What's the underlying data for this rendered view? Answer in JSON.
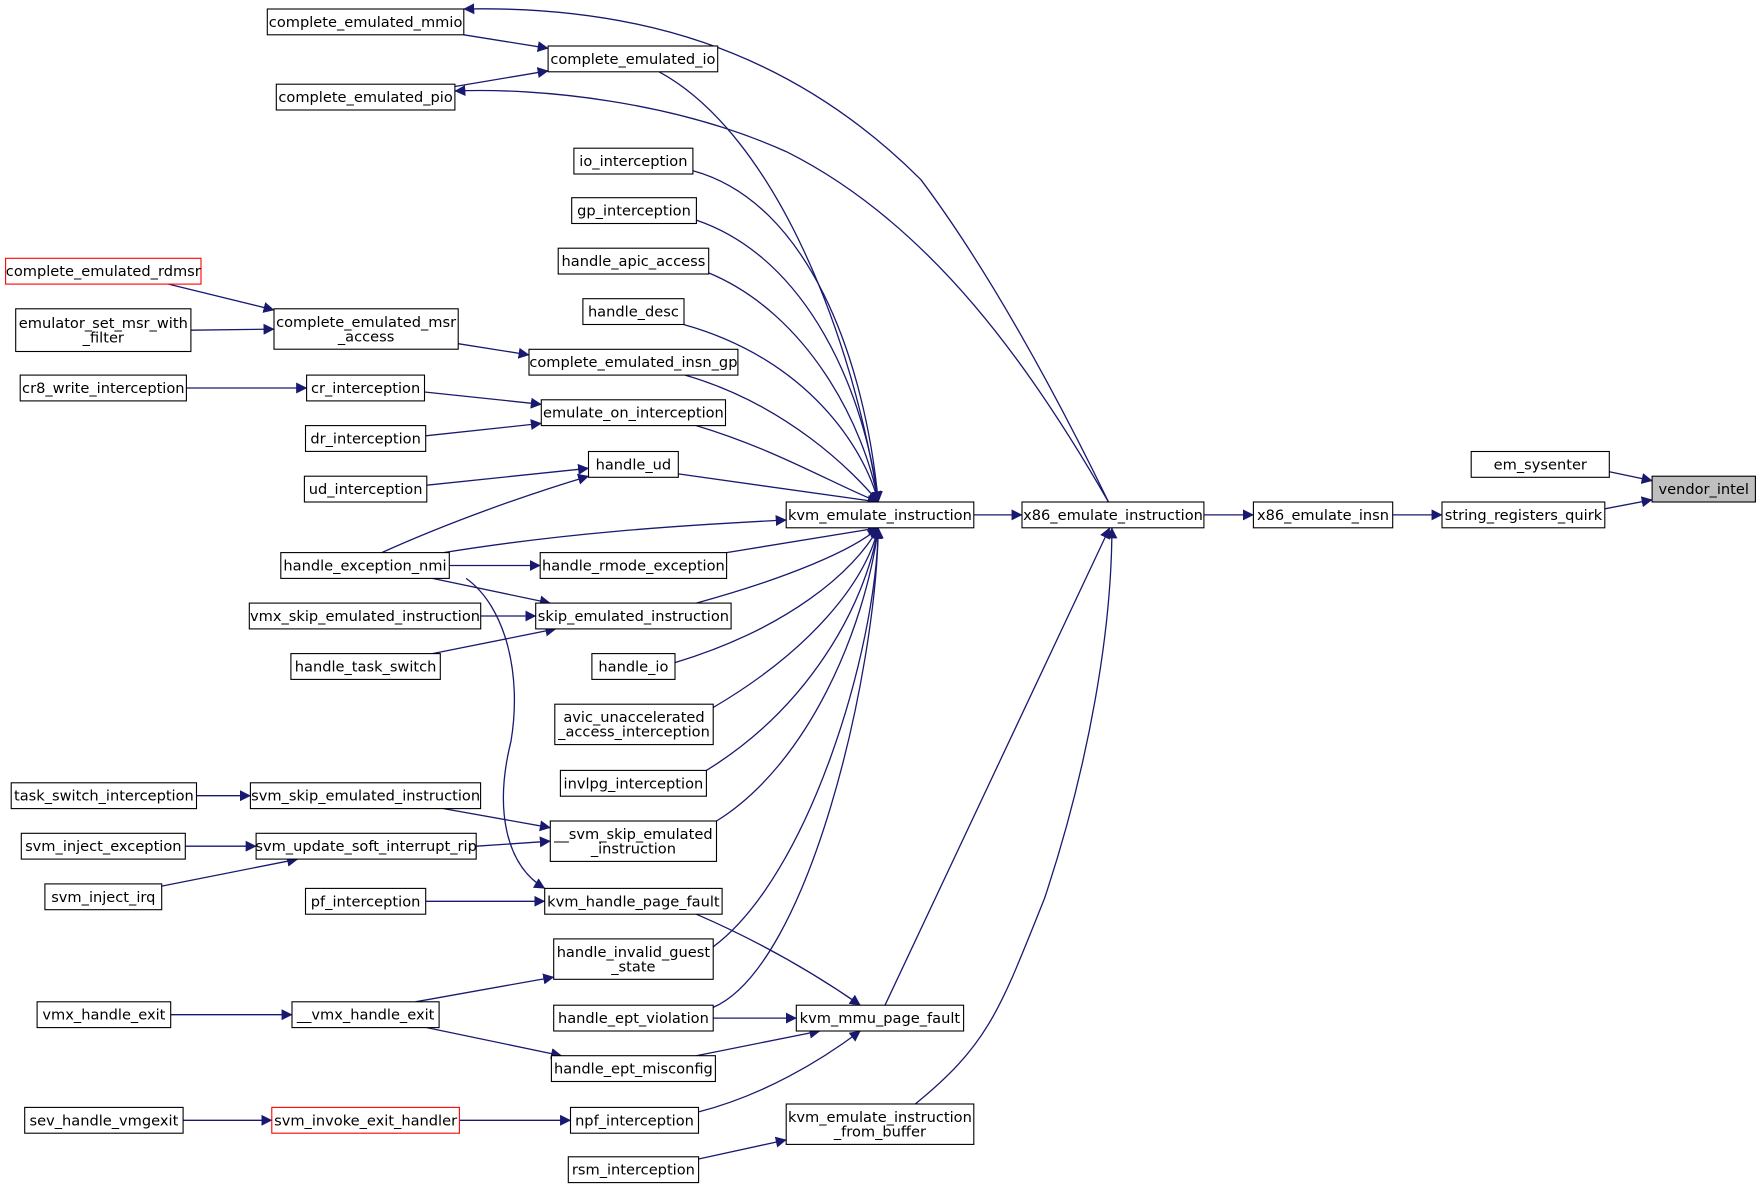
{
  "graph": {
    "nodes": [
      {
        "id": "vendor_intel",
        "lines": [
          "vendor_intel"
        ],
        "root": true
      },
      {
        "id": "em_sysenter",
        "lines": [
          "em_sysenter"
        ]
      },
      {
        "id": "string_registers_quirk",
        "lines": [
          "string_registers_quirk"
        ]
      },
      {
        "id": "x86_emulate_insn",
        "lines": [
          "x86_emulate_insn"
        ]
      },
      {
        "id": "x86_emulate_instruction",
        "lines": [
          "x86_emulate_instruction"
        ]
      },
      {
        "id": "complete_emulated_mmio",
        "lines": [
          "complete_emulated_mmio"
        ]
      },
      {
        "id": "complete_emulated_io",
        "lines": [
          "complete_emulated_io"
        ]
      },
      {
        "id": "complete_emulated_pio",
        "lines": [
          "complete_emulated_pio"
        ]
      },
      {
        "id": "kvm_emulate_instruction",
        "lines": [
          "kvm_emulate_instruction"
        ]
      },
      {
        "id": "kvm_mmu_page_fault",
        "lines": [
          "kvm_mmu_page_fault"
        ]
      },
      {
        "id": "kvm_emulate_instruction_from_buffer",
        "lines": [
          "kvm_emulate_instruction",
          "_from_buffer"
        ]
      },
      {
        "id": "io_interception",
        "lines": [
          "io_interception"
        ]
      },
      {
        "id": "gp_interception",
        "lines": [
          "gp_interception"
        ]
      },
      {
        "id": "handle_apic_access",
        "lines": [
          "handle_apic_access"
        ]
      },
      {
        "id": "handle_desc",
        "lines": [
          "handle_desc"
        ]
      },
      {
        "id": "complete_emulated_insn_gp",
        "lines": [
          "complete_emulated_insn_gp"
        ]
      },
      {
        "id": "emulate_on_interception",
        "lines": [
          "emulate_on_interception"
        ]
      },
      {
        "id": "handle_ud",
        "lines": [
          "handle_ud"
        ]
      },
      {
        "id": "handle_rmode_exception",
        "lines": [
          "handle_rmode_exception"
        ]
      },
      {
        "id": "skip_emulated_instruction",
        "lines": [
          "skip_emulated_instruction"
        ]
      },
      {
        "id": "handle_io",
        "lines": [
          "handle_io"
        ]
      },
      {
        "id": "avic_unaccelerated_access_interception",
        "lines": [
          "avic_unaccelerated",
          "_access_interception"
        ]
      },
      {
        "id": "invlpg_interception",
        "lines": [
          "invlpg_interception"
        ]
      },
      {
        "id": "__svm_skip_emulated_instruction",
        "lines": [
          "__svm_skip_emulated",
          "_instruction"
        ]
      },
      {
        "id": "kvm_handle_page_fault",
        "lines": [
          "kvm_handle_page_fault"
        ]
      },
      {
        "id": "handle_invalid_guest_state",
        "lines": [
          "handle_invalid_guest",
          "_state"
        ]
      },
      {
        "id": "handle_ept_violation",
        "lines": [
          "handle_ept_violation"
        ]
      },
      {
        "id": "handle_ept_misconfig",
        "lines": [
          "handle_ept_misconfig"
        ]
      },
      {
        "id": "npf_interception",
        "lines": [
          "npf_interception"
        ]
      },
      {
        "id": "rsm_interception",
        "lines": [
          "rsm_interception"
        ]
      },
      {
        "id": "complete_emulated_rdmsr",
        "lines": [
          "complete_emulated_rdmsr"
        ],
        "red": true
      },
      {
        "id": "emulator_set_msr_with_filter",
        "lines": [
          "emulator_set_msr_with",
          "_filter"
        ]
      },
      {
        "id": "complete_emulated_msr_access",
        "lines": [
          "complete_emulated_msr",
          "_access"
        ]
      },
      {
        "id": "cr8_write_interception",
        "lines": [
          "cr8_write_interception"
        ]
      },
      {
        "id": "cr_interception",
        "lines": [
          "cr_interception"
        ]
      },
      {
        "id": "dr_interception",
        "lines": [
          "dr_interception"
        ]
      },
      {
        "id": "ud_interception",
        "lines": [
          "ud_interception"
        ]
      },
      {
        "id": "handle_exception_nmi",
        "lines": [
          "handle_exception_nmi"
        ]
      },
      {
        "id": "vmx_skip_emulated_instruction",
        "lines": [
          "vmx_skip_emulated_instruction"
        ]
      },
      {
        "id": "handle_task_switch",
        "lines": [
          "handle_task_switch"
        ]
      },
      {
        "id": "task_switch_interception",
        "lines": [
          "task_switch_interception"
        ]
      },
      {
        "id": "svm_skip_emulated_instruction",
        "lines": [
          "svm_skip_emulated_instruction"
        ]
      },
      {
        "id": "svm_inject_exception",
        "lines": [
          "svm_inject_exception"
        ]
      },
      {
        "id": "svm_update_soft_interrupt_rip",
        "lines": [
          "svm_update_soft_interrupt_rip"
        ]
      },
      {
        "id": "svm_inject_irq",
        "lines": [
          "svm_inject_irq"
        ]
      },
      {
        "id": "pf_interception",
        "lines": [
          "pf_interception"
        ]
      },
      {
        "id": "vmx_handle_exit",
        "lines": [
          "vmx_handle_exit"
        ]
      },
      {
        "id": "__vmx_handle_exit",
        "lines": [
          "__vmx_handle_exit"
        ]
      },
      {
        "id": "sev_handle_vmgexit",
        "lines": [
          "sev_handle_vmgexit"
        ]
      },
      {
        "id": "svm_invoke_exit_handler",
        "lines": [
          "svm_invoke_exit_handler"
        ],
        "red": true
      }
    ],
    "edges": [
      {
        "from": "em_sysenter",
        "to": "vendor_intel"
      },
      {
        "from": "string_registers_quirk",
        "to": "vendor_intel"
      },
      {
        "from": "x86_emulate_insn",
        "to": "string_registers_quirk"
      },
      {
        "from": "x86_emulate_instruction",
        "to": "x86_emulate_insn"
      },
      {
        "from": "kvm_emulate_instruction",
        "to": "x86_emulate_instruction"
      },
      {
        "from": "x86_emulate_instruction",
        "to": "complete_emulated_mmio"
      },
      {
        "from": "x86_emulate_instruction",
        "to": "complete_emulated_pio"
      },
      {
        "from": "kvm_mmu_page_fault",
        "to": "x86_emulate_instruction"
      },
      {
        "from": "kvm_emulate_instruction_from_buffer",
        "to": "x86_emulate_instruction"
      },
      {
        "from": "complete_emulated_mmio",
        "to": "complete_emulated_io"
      },
      {
        "from": "complete_emulated_pio",
        "to": "complete_emulated_io"
      },
      {
        "from": "complete_emulated_io",
        "to": "kvm_emulate_instruction"
      },
      {
        "from": "io_interception",
        "to": "kvm_emulate_instruction"
      },
      {
        "from": "gp_interception",
        "to": "kvm_emulate_instruction"
      },
      {
        "from": "handle_apic_access",
        "to": "kvm_emulate_instruction"
      },
      {
        "from": "handle_desc",
        "to": "kvm_emulate_instruction"
      },
      {
        "from": "complete_emulated_insn_gp",
        "to": "kvm_emulate_instruction"
      },
      {
        "from": "emulate_on_interception",
        "to": "kvm_emulate_instruction"
      },
      {
        "from": "handle_ud",
        "to": "kvm_emulate_instruction"
      },
      {
        "from": "handle_exception_nmi",
        "to": "kvm_emulate_instruction"
      },
      {
        "from": "handle_rmode_exception",
        "to": "kvm_emulate_instruction"
      },
      {
        "from": "skip_emulated_instruction",
        "to": "kvm_emulate_instruction"
      },
      {
        "from": "handle_io",
        "to": "kvm_emulate_instruction"
      },
      {
        "from": "avic_unaccelerated_access_interception",
        "to": "kvm_emulate_instruction"
      },
      {
        "from": "invlpg_interception",
        "to": "kvm_emulate_instruction"
      },
      {
        "from": "__svm_skip_emulated_instruction",
        "to": "kvm_emulate_instruction"
      },
      {
        "from": "handle_invalid_guest_state",
        "to": "kvm_emulate_instruction"
      },
      {
        "from": "handle_ept_violation",
        "to": "kvm_emulate_instruction"
      },
      {
        "from": "complete_emulated_rdmsr",
        "to": "complete_emulated_msr_access"
      },
      {
        "from": "emulator_set_msr_with_filter",
        "to": "complete_emulated_msr_access"
      },
      {
        "from": "complete_emulated_msr_access",
        "to": "complete_emulated_insn_gp"
      },
      {
        "from": "cr8_write_interception",
        "to": "cr_interception"
      },
      {
        "from": "cr_interception",
        "to": "emulate_on_interception"
      },
      {
        "from": "dr_interception",
        "to": "emulate_on_interception"
      },
      {
        "from": "ud_interception",
        "to": "handle_ud"
      },
      {
        "from": "handle_exception_nmi",
        "to": "handle_ud"
      },
      {
        "from": "handle_exception_nmi",
        "to": "handle_rmode_exception"
      },
      {
        "from": "handle_exception_nmi",
        "to": "skip_emulated_instruction"
      },
      {
        "from": "vmx_skip_emulated_instruction",
        "to": "skip_emulated_instruction"
      },
      {
        "from": "handle_task_switch",
        "to": "skip_emulated_instruction"
      },
      {
        "from": "handle_exception_nmi",
        "to": "kvm_handle_page_fault"
      },
      {
        "from": "task_switch_interception",
        "to": "svm_skip_emulated_instruction"
      },
      {
        "from": "svm_skip_emulated_instruction",
        "to": "__svm_skip_emulated_instruction"
      },
      {
        "from": "svm_inject_exception",
        "to": "svm_update_soft_interrupt_rip"
      },
      {
        "from": "svm_inject_irq",
        "to": "svm_update_soft_interrupt_rip"
      },
      {
        "from": "svm_update_soft_interrupt_rip",
        "to": "__svm_skip_emulated_instruction"
      },
      {
        "from": "pf_interception",
        "to": "kvm_handle_page_fault"
      },
      {
        "from": "kvm_handle_page_fault",
        "to": "kvm_mmu_page_fault"
      },
      {
        "from": "vmx_handle_exit",
        "to": "__vmx_handle_exit"
      },
      {
        "from": "__vmx_handle_exit",
        "to": "handle_invalid_guest_state"
      },
      {
        "from": "__vmx_handle_exit",
        "to": "handle_ept_misconfig"
      },
      {
        "from": "handle_ept_violation",
        "to": "kvm_mmu_page_fault"
      },
      {
        "from": "handle_ept_misconfig",
        "to": "kvm_mmu_page_fault"
      },
      {
        "from": "npf_interception",
        "to": "kvm_mmu_page_fault"
      },
      {
        "from": "sev_handle_vmgexit",
        "to": "svm_invoke_exit_handler"
      },
      {
        "from": "svm_invoke_exit_handler",
        "to": "npf_interception"
      },
      {
        "from": "rsm_interception",
        "to": "kvm_emulate_instruction_from_buffer"
      }
    ]
  }
}
